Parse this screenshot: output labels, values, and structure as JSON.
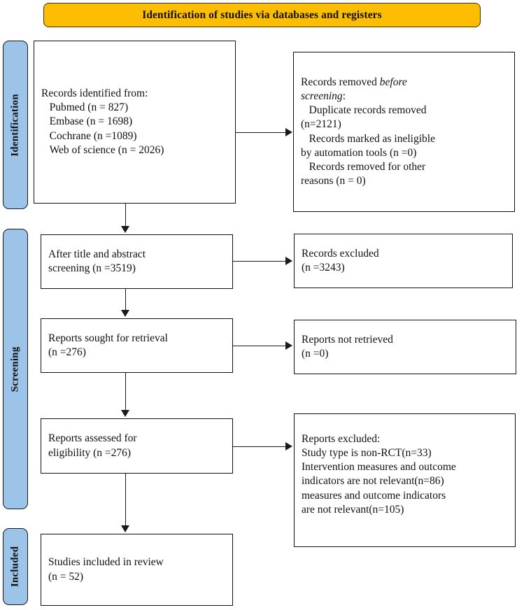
{
  "diagram": {
    "type": "prisma-flow-diagram",
    "banner": {
      "title": "Identification of studies via databases and registers",
      "bg_color": "#FCBD02",
      "border_color": "#3A3000"
    },
    "stage_color": "#9CC3E8",
    "stages": [
      {
        "id": "identification",
        "label": "Identification"
      },
      {
        "id": "screening",
        "label": "Screening"
      },
      {
        "id": "included",
        "label": "Included"
      }
    ],
    "boxes": {
      "records_identified": {
        "line1": "Records identified from:",
        "line2": "   Pubmed (n = 827)",
        "line3": "   Embase (n = 1698)",
        "line4": "   Cochrane (n =1089)",
        "line5": "   Web of science (n = 2026)"
      },
      "records_removed": {
        "line1_a": "Records removed ",
        "line1_italic": "before",
        "line2_italic": "screening",
        "line2_b": ":",
        "line3": "   Duplicate records removed",
        "line4": "(n=2121)",
        "line5": "   Records marked as ineligible",
        "line6": "by automation tools (n =0)",
        "line7": "   Records removed for other",
        "line8": "reasons (n = 0)"
      },
      "after_title_abstract": {
        "line1": "After title and abstract",
        "line2": "screening (n =3519)"
      },
      "records_excluded": {
        "line1": "Records excluded",
        "line2": "(n =3243)"
      },
      "reports_sought": {
        "line1": "Reports sought for retrieval",
        "line2": "(n =276)"
      },
      "reports_not_retrieved": {
        "line1": "Reports not retrieved",
        "line2": "(n =0)"
      },
      "reports_assessed": {
        "line1": "Reports assessed for",
        "line2": "eligibility (n =276)"
      },
      "reports_excluded": {
        "line1": "Reports excluded:",
        "line2": "Study type is non-RCT(n=33)",
        "line3": "Intervention measures and outcome",
        "line4": "indicators are not relevant(n=86)",
        "line5": "measures and outcome indicators",
        "line6": "are not relevant(n=105)"
      },
      "studies_included": {
        "line1": "Studies included in review",
        "line2": "(n = 52)"
      }
    },
    "counts": {
      "pubmed": 827,
      "embase": 1698,
      "cochrane": 1089,
      "web_of_science": 2026,
      "duplicates_removed": 2121,
      "ineligible_by_automation": 0,
      "removed_other_reasons": 0,
      "after_title_abstract_screening": 3519,
      "records_excluded": 3243,
      "reports_sought_for_retrieval": 276,
      "reports_not_retrieved": 0,
      "reports_assessed_for_eligibility": 276,
      "excluded_non_rct": 33,
      "excluded_intervention_irrelevant": 86,
      "excluded_measures_irrelevant": 105,
      "studies_included": 52
    }
  }
}
